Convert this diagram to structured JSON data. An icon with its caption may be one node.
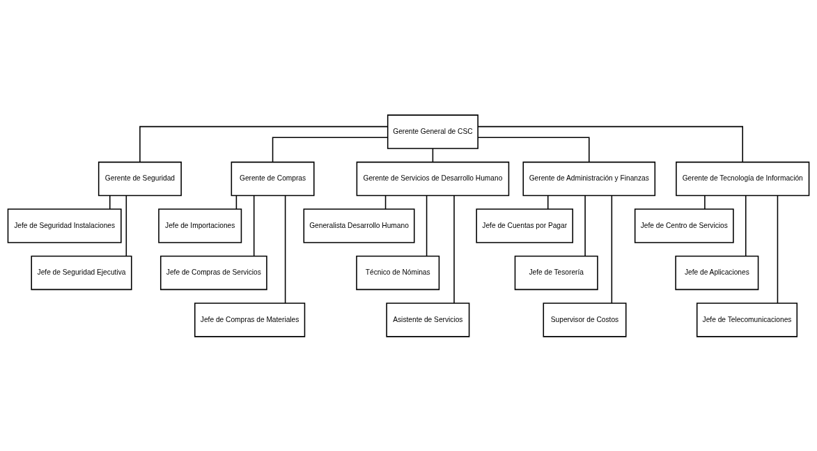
{
  "diagram": {
    "nodes": [
      {
        "text": [
          "Gerente General de CSC"
        ]
      },
      {
        "text": [
          "Gerente de Seguridad"
        ]
      },
      {
        "text": [
          "Gerente de Compras"
        ]
      },
      {
        "text": [
          "Gerente de Servicios de Desarrollo Humano"
        ]
      },
      {
        "text": [
          "Gerente de Administración y Finanzas"
        ]
      },
      {
        "text": [
          "Gerente de Tecnología de Información"
        ]
      },
      {
        "text": [
          "Jefe de Seguridad Instalaciones"
        ]
      },
      {
        "text": [
          "Jefe de Seguridad Ejecutiva"
        ]
      },
      {
        "text": [
          "Jefe de Importaciones"
        ]
      },
      {
        "text": [
          "Jefe de Compras de Servicios"
        ]
      },
      {
        "text": [
          "Jefe de Compras de Materiales"
        ]
      },
      {
        "text": [
          "Generalista Desarrollo Humano"
        ]
      },
      {
        "text": [
          "Técnico de Nóminas"
        ]
      },
      {
        "text": [
          "Asistente de Servicios"
        ]
      },
      {
        "text": [
          "Jefe de Cuentas por Pagar"
        ]
      },
      {
        "text": [
          "Jefe de Tesorería"
        ]
      },
      {
        "text": [
          "Supervisor de Costos"
        ]
      },
      {
        "text": [
          "Jefe de Centro de Servicios"
        ]
      },
      {
        "text": [
          "Jefe de Aplicaciones"
        ]
      },
      {
        "text": [
          "Jefe de Telecomunicaciones"
        ]
      }
    ],
    "edges": [
      {
        "from": 0,
        "to": 1,
        "arrow": "none"
      },
      {
        "from": 0,
        "to": 2,
        "arrow": "none"
      },
      {
        "from": 0,
        "to": 3,
        "arrow": "none"
      },
      {
        "from": 0,
        "to": 4,
        "arrow": "none"
      },
      {
        "from": 0,
        "to": 5,
        "arrow": "none"
      },
      {
        "from": 1,
        "to": 6,
        "arrow": "none"
      },
      {
        "from": 1,
        "to": 7,
        "arrow": "none"
      },
      {
        "from": 2,
        "to": 8,
        "arrow": "none"
      },
      {
        "from": 2,
        "to": 9,
        "arrow": "none"
      },
      {
        "from": 2,
        "to": 10,
        "arrow": "none"
      },
      {
        "from": 3,
        "to": 11,
        "arrow": "none"
      },
      {
        "from": 3,
        "to": 12,
        "arrow": "none"
      },
      {
        "from": 3,
        "to": 13,
        "arrow": "none"
      },
      {
        "from": 4,
        "to": 14,
        "arrow": "none"
      },
      {
        "from": 4,
        "to": 15,
        "arrow": "none"
      },
      {
        "from": 4,
        "to": 16,
        "arrow": "none"
      },
      {
        "from": 5,
        "to": 17,
        "arrow": "none"
      },
      {
        "from": 5,
        "to": 18,
        "arrow": "none"
      },
      {
        "from": 5,
        "to": 19,
        "arrow": "none"
      }
    ]
  }
}
